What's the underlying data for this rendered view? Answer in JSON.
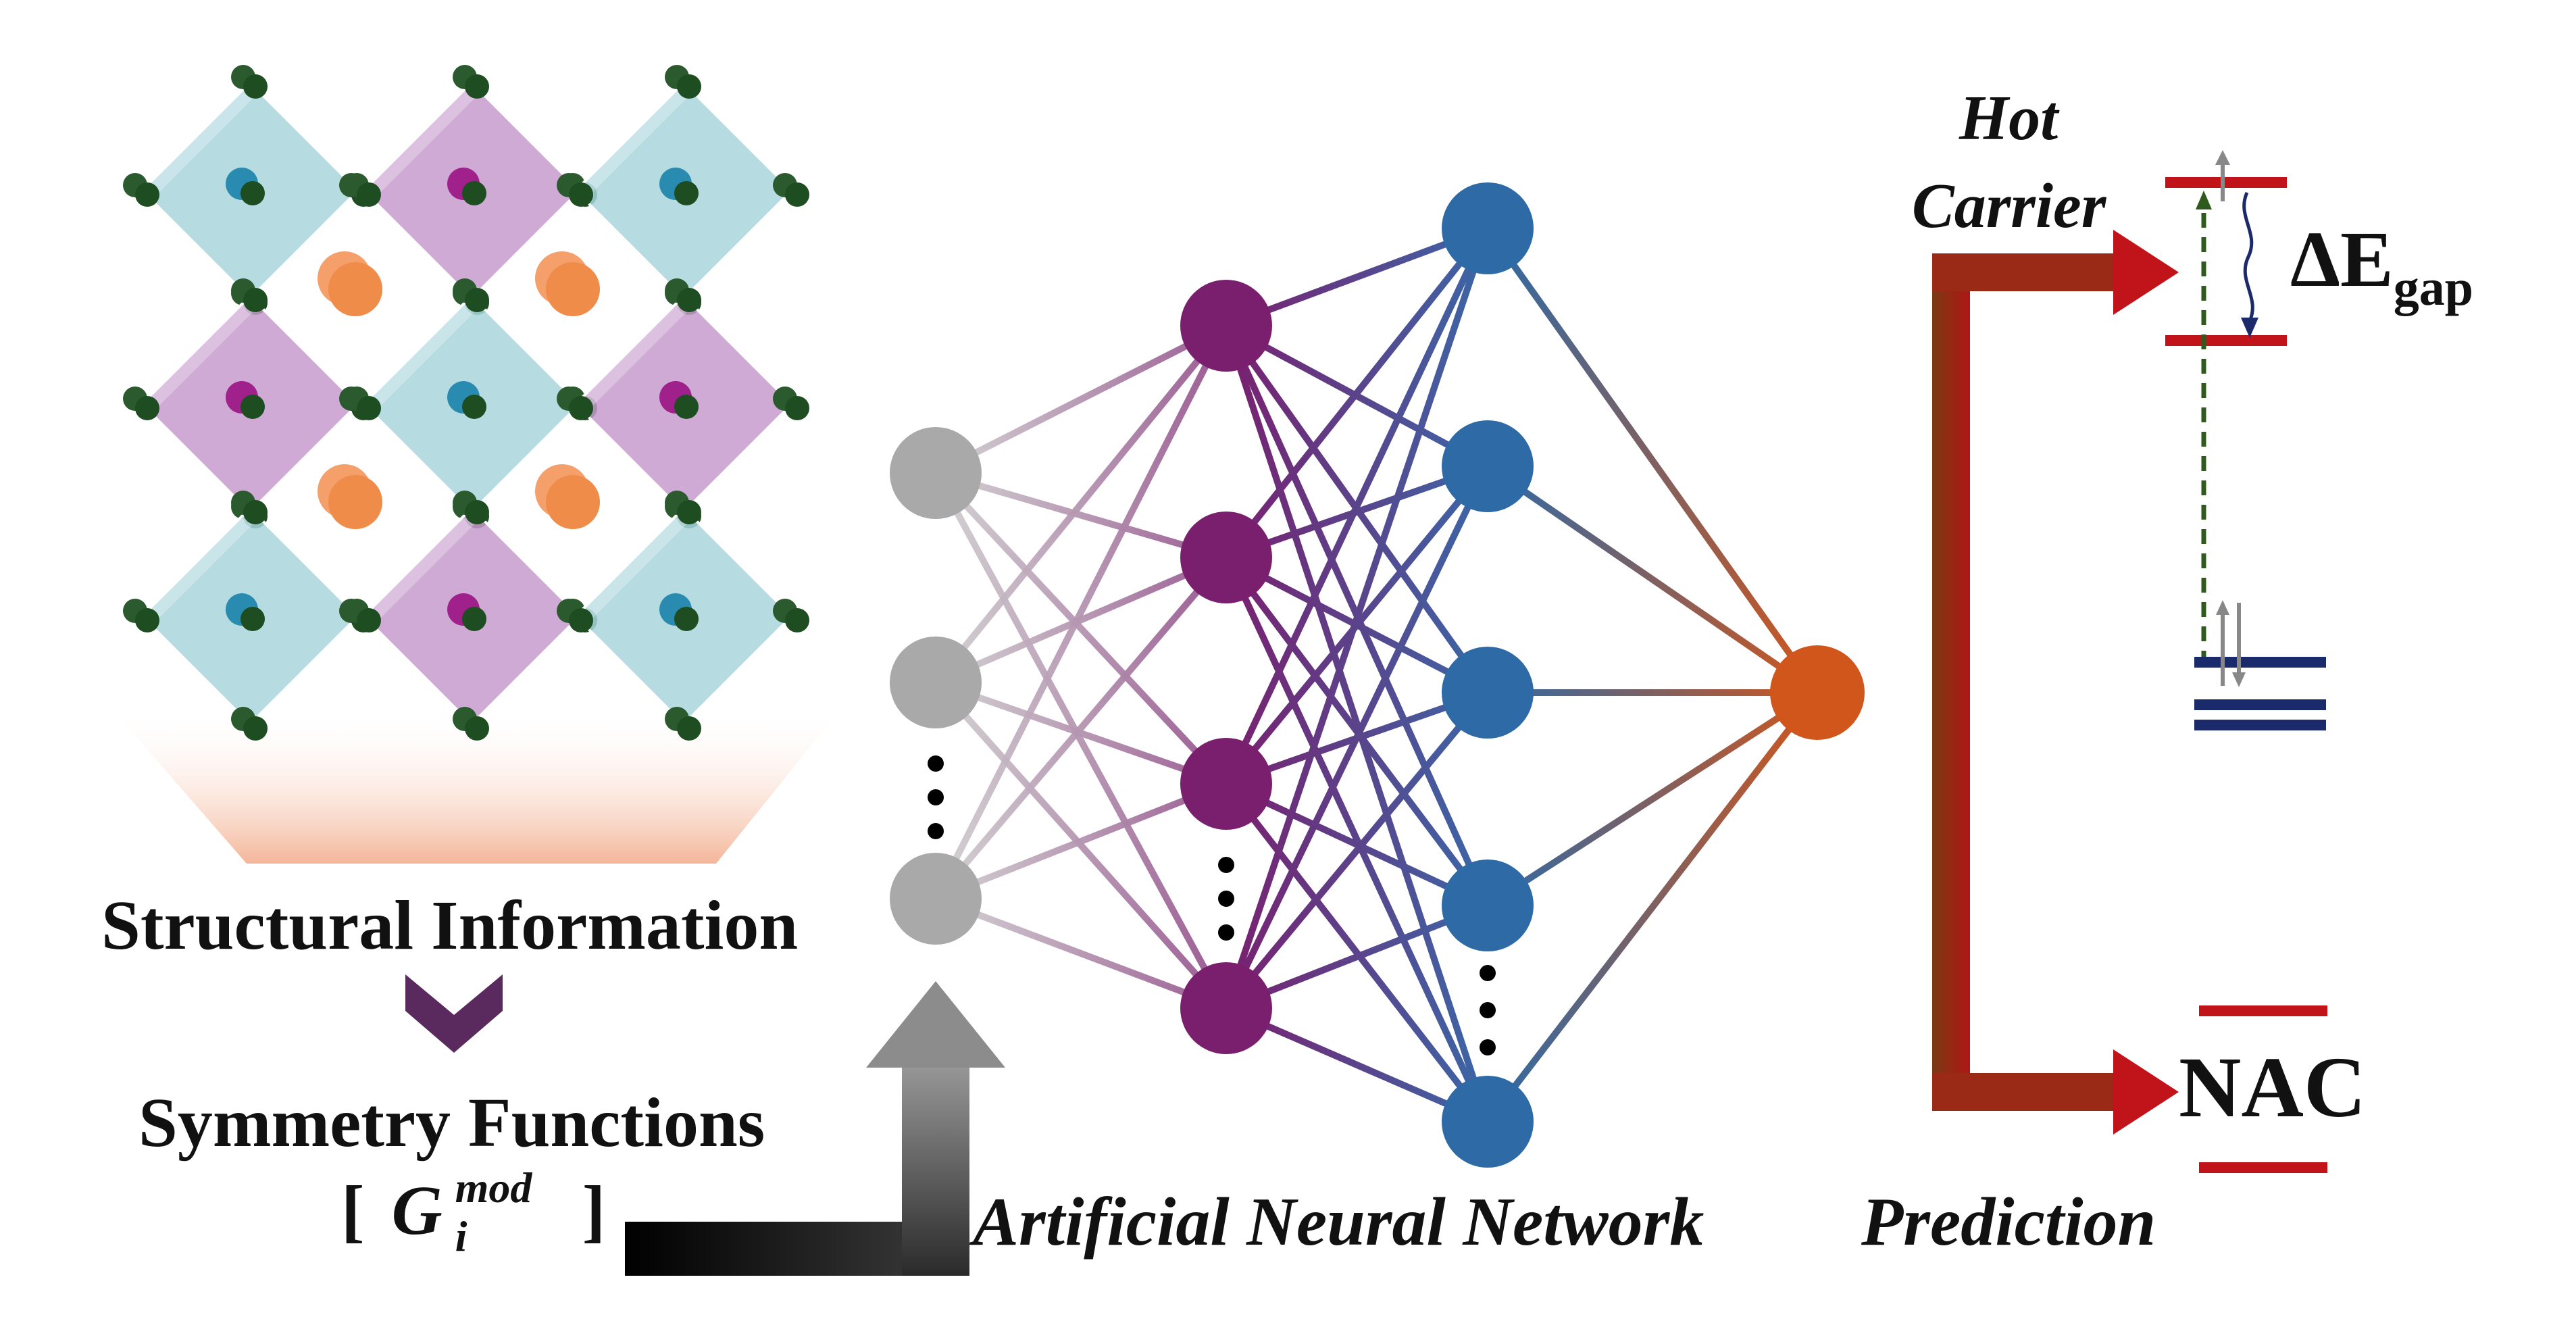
{
  "labels": {
    "structural_information": "Structural Information",
    "symmetry_functions": "Symmetry Functions",
    "formula_open": "[",
    "formula_symbol": "G",
    "formula_superscript": "mod",
    "formula_subscript": "i",
    "formula_close": "]",
    "artificial_neural_network": "Artificial Neural Network",
    "hot": "Hot",
    "carrier": "Carrier",
    "delta_e": "ΔE",
    "gap_subscript": "gap",
    "nac": "NAC",
    "prediction": "Prediction"
  },
  "colors": {
    "input_node": "#a9a9a9",
    "hidden1_node": "#7a1f6e",
    "hidden2_node": "#2d6aa6",
    "output_node": "#d0561c",
    "octahedron_blue": "#a9d6dd",
    "octahedron_purple": "#c79bcd",
    "cation_orange": "#f08c4a",
    "halide_green": "#1e4d22",
    "energy_red": "#c0141a",
    "energy_navy": "#1a2a6a",
    "arrow_brown": "#8a2d12",
    "chevron_purple": "#5a2a5e"
  }
}
